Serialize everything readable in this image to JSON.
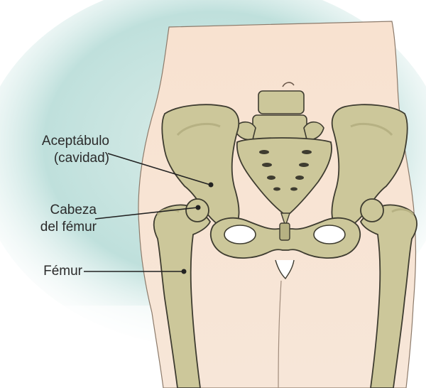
{
  "labels": {
    "acetabulo": {
      "line1": "Aceptábulo",
      "line2": "(cavidad)"
    },
    "cabeza": {
      "line1": "Cabeza",
      "line2": "del fémur"
    },
    "femur": {
      "line1": "Fémur"
    }
  },
  "colors": {
    "background": "#ffffff",
    "backdrop": "#bfe0dc",
    "skin": "#f7dfca",
    "skin_light": "#fbeee2",
    "bone": "#ccc79a",
    "bone_shade": "#b6b183",
    "outline": "#3e3c30",
    "leader": "#222222"
  }
}
